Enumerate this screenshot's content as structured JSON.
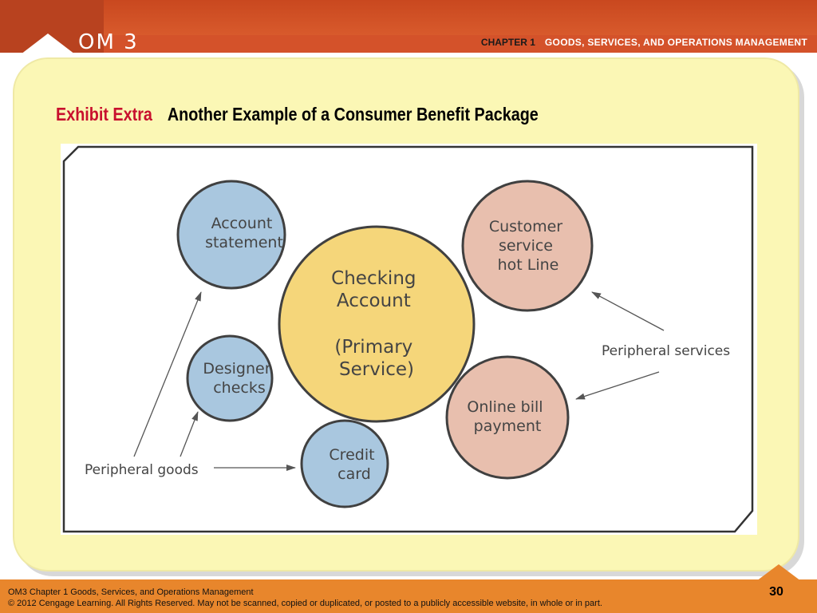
{
  "header": {
    "logo_text": "OM 3",
    "chapter_label": "CHAPTER 1",
    "chapter_title": "GOODS, SERVICES, AND OPERATIONS MANAGEMENT"
  },
  "slide": {
    "exhibit_label": "Exhibit Extra",
    "exhibit_title": "Another Example of a Consumer Benefit Package"
  },
  "diagram": {
    "primary": {
      "line1": "Checking",
      "line2": "Account",
      "line3": "(Primary",
      "line4": "Service)"
    },
    "goods": [
      {
        "line1": "Account",
        "line2": "statement"
      },
      {
        "line1": "Designer",
        "line2": "checks"
      },
      {
        "line1": "Credit",
        "line2": "card"
      }
    ],
    "services": [
      {
        "line1": "Customer",
        "line2": "service",
        "line3": "hot Line"
      },
      {
        "line1": "Online bill",
        "line2": "payment"
      }
    ],
    "peripheral_goods_label": "Peripheral goods",
    "peripheral_services_label": "Peripheral services",
    "colors": {
      "primary": "#f5d67a",
      "goods": "#a9c7df",
      "services": "#e8bfae",
      "outline": "#404040"
    }
  },
  "footer": {
    "line1": "OM3 Chapter 1  Goods, Services, and Operations Management",
    "line2": "© 2012 Cengage Learning.  All Rights Reserved.  May not be scanned, copied or duplicated, or posted to a publicly accessible website, in whole or in part.",
    "page_number": "30"
  }
}
